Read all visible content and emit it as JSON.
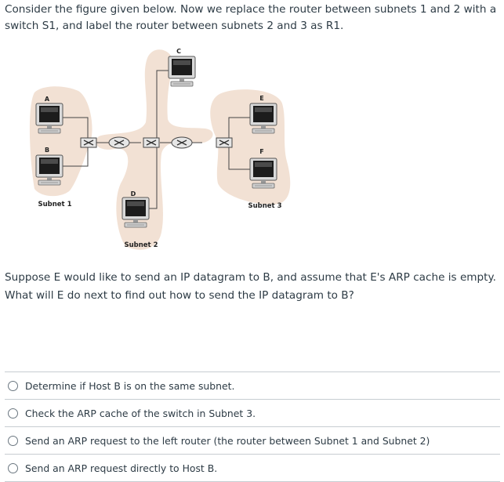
{
  "question": {
    "intro": "Consider the figure given below. Now we replace the router between subnets 1 and 2 with a switch S1, and label the router between subnets 2 and 3 as R1.",
    "prompt": "Suppose E would like to send an IP datagram to B, and assume that E's ARP cache is empty.  What will E do next to find out how to send the IP datagram to B?"
  },
  "figure": {
    "hosts": {
      "a": "A",
      "b": "B",
      "c": "C",
      "d": "D",
      "e": "E",
      "f": "F"
    },
    "subnets": {
      "s1": "Subnet 1",
      "s2": "Subnet 2",
      "s3": "Subnet 3"
    }
  },
  "answers": [
    {
      "label": "Determine if Host B is on the same subnet."
    },
    {
      "label": "Check the ARP cache of the switch in Subnet 3."
    },
    {
      "label": "Send an ARP request to the left router (the router between Subnet 1 and Subnet 2)"
    },
    {
      "label": "Send an ARP request directly to Host B."
    }
  ],
  "colors": {
    "subnet_blob": "#f2e1d4",
    "text": "#2d3b45",
    "divider": "#c7cdd1"
  }
}
